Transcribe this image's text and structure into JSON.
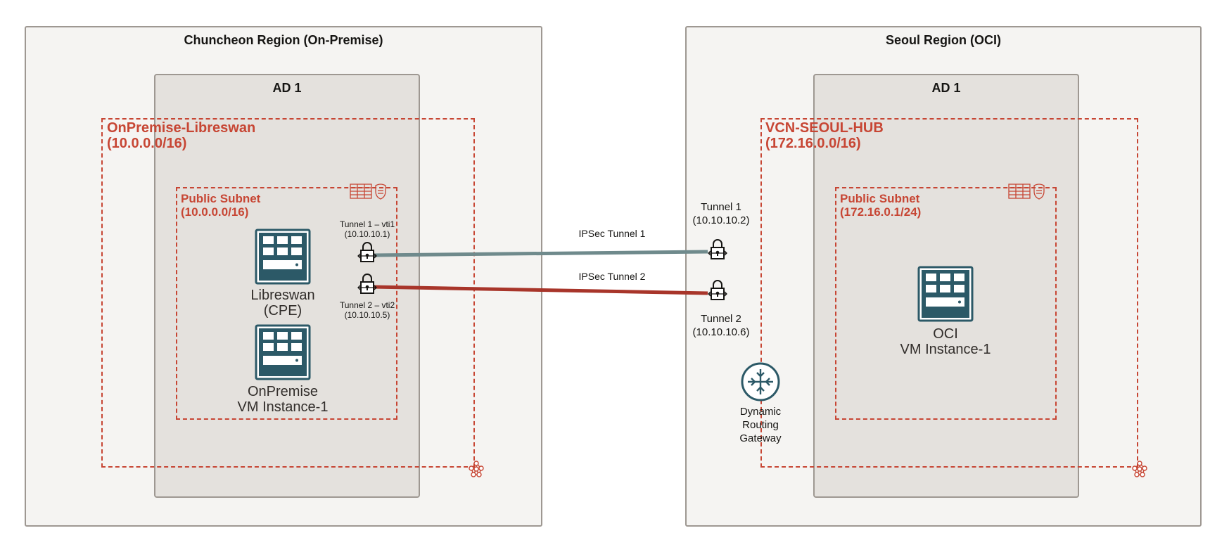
{
  "regions": {
    "left": {
      "title": "Chuncheon Region (On-Premise)",
      "ad": "AD 1",
      "vcn": {
        "name": "OnPremise-Libreswan",
        "cidr": "(10.0.0.0/16)"
      },
      "subnet": {
        "name": "Public Subnet",
        "cidr": "(10.0.0.0/16)"
      },
      "instances": [
        {
          "line1": "Libreswan",
          "line2": "(CPE)"
        },
        {
          "line1": "OnPremise",
          "line2": "VM Instance-1"
        }
      ],
      "tunnel_endpoints": [
        {
          "line1": "Tunnel 1 – vti1",
          "line2": "(10.10.10.1)"
        },
        {
          "line1": "Tunnel 2 – vti2",
          "line2": "(10.10.10.5)"
        }
      ]
    },
    "right": {
      "title": "Seoul Region (OCI)",
      "ad": "AD 1",
      "vcn": {
        "name": "VCN-SEOUL-HUB",
        "cidr": "(172.16.0.0/16)"
      },
      "subnet": {
        "name": "Public Subnet",
        "cidr": "(172.16.0.1/24)"
      },
      "instances": [
        {
          "line1": "OCI",
          "line2": "VM Instance-1"
        }
      ],
      "tunnel_endpoints": [
        {
          "line1": "Tunnel 1",
          "line2": "(10.10.10.2)"
        },
        {
          "line1": "Tunnel 2",
          "line2": "(10.10.10.6)"
        }
      ],
      "drg": {
        "line1": "Dynamic",
        "line2": "Routing",
        "line3": "Gateway"
      }
    }
  },
  "links": [
    {
      "label": "IPSec Tunnel 1",
      "color": "#6f8a8c"
    },
    {
      "label": "IPSec Tunnel 2",
      "color": "#a8352a"
    }
  ],
  "colors": {
    "accent": "#c74634",
    "icon": "#2c5967"
  }
}
